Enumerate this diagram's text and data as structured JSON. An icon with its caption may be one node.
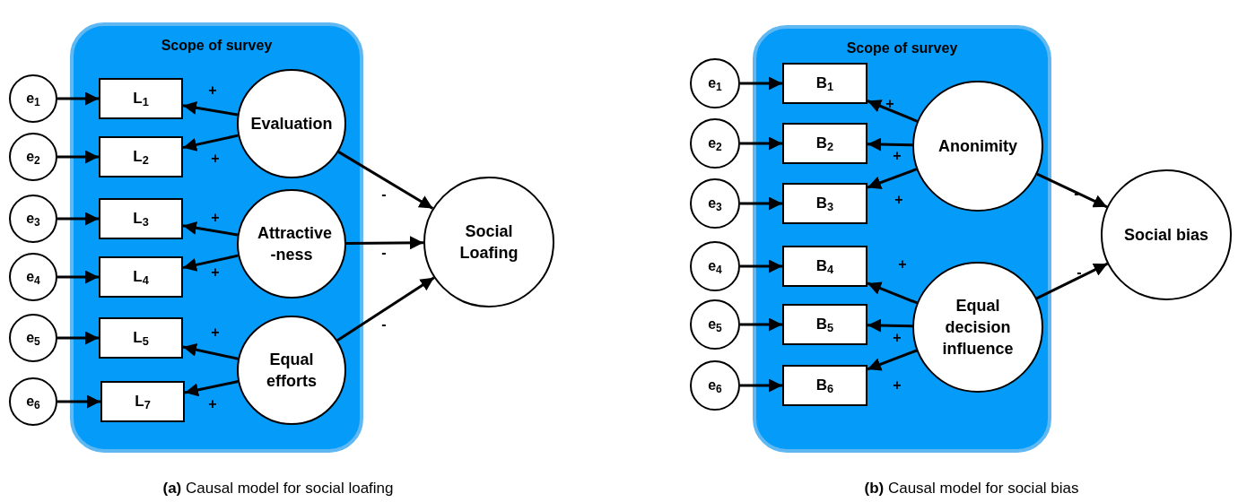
{
  "diagram": {
    "nodes": [
      {
        "text": [
          "Scope of survey"
        ]
      },
      {
        "text": [
          "e$_{1}$"
        ]
      },
      {
        "text": [
          "e$_{2}$"
        ]
      },
      {
        "text": [
          "e$_{3}$"
        ]
      },
      {
        "text": [
          "e$_{4}$"
        ]
      },
      {
        "text": [
          "e$_{5}$"
        ]
      },
      {
        "text": [
          "e$_{6}$"
        ]
      },
      {
        "text": [
          "L$_{1}$"
        ],
        "in": 0
      },
      {
        "text": [
          "L$_{2}$"
        ],
        "in": 0
      },
      {
        "text": [
          "L$_{3}$"
        ],
        "in": 0
      },
      {
        "text": [
          "L$_{4}$"
        ],
        "in": 0
      },
      {
        "text": [
          "L$_{5}$"
        ],
        "in": 0
      },
      {
        "text": [
          "L$_{7}$"
        ],
        "in": 0
      },
      {
        "text": [
          "Evaluation"
        ],
        "in": 0
      },
      {
        "text": [
          "Attractive -ness"
        ],
        "in": 0
      },
      {
        "text": [
          "Equal efforts"
        ],
        "in": 0
      },
      {
        "text": [
          "Social Loafing"
        ]
      },
      {
        "text": [
          "Scope of survey"
        ]
      },
      {
        "text": [
          "e$_{1}$"
        ]
      },
      {
        "text": [
          "e$_{2}$"
        ]
      },
      {
        "text": [
          "e$_{3}$"
        ]
      },
      {
        "text": [
          "e$_{4}$"
        ]
      },
      {
        "text": [
          "e$_{5}$"
        ]
      },
      {
        "text": [
          "e$_{6}$"
        ]
      },
      {
        "text": [
          "B$_{1}$"
        ],
        "in": 17
      },
      {
        "text": [
          "B$_{2}$"
        ],
        "in": 17
      },
      {
        "text": [
          "B$_{3}$"
        ],
        "in": 17
      },
      {
        "text": [
          "B$_{4}$"
        ],
        "in": 17
      },
      {
        "text": [
          "B$_{5}$"
        ],
        "in": 17
      },
      {
        "text": [
          "B$_{6}$"
        ],
        "in": 17
      },
      {
        "text": [
          "Anonimity"
        ],
        "in": 17
      },
      {
        "text": [
          "Equal decision influence"
        ],
        "in": 17
      },
      {
        "text": [
          "Social bias"
        ]
      }
    ],
    "edges": [
      {
        "from": 1,
        "to": 7,
        "arrow": "to"
      },
      {
        "from": 2,
        "to": 8,
        "arrow": "to"
      },
      {
        "from": 3,
        "to": 9,
        "arrow": "to"
      },
      {
        "from": 4,
        "to": 10,
        "arrow": "to"
      },
      {
        "from": 5,
        "to": 11,
        "arrow": "to"
      },
      {
        "from": 6,
        "to": 12,
        "arrow": "to"
      },
      {
        "from": 13,
        "to": 7,
        "arrow": "to",
        "label": "+"
      },
      {
        "from": 13,
        "to": 8,
        "arrow": "to",
        "label": "+"
      },
      {
        "from": 14,
        "to": 9,
        "arrow": "to",
        "label": "+"
      },
      {
        "from": 14,
        "to": 10,
        "arrow": "to",
        "label": "+"
      },
      {
        "from": 15,
        "to": 11,
        "arrow": "to",
        "label": "+"
      },
      {
        "from": 15,
        "to": 12,
        "arrow": "to",
        "label": "+"
      },
      {
        "from": 13,
        "to": 16,
        "arrow": "to",
        "label": "-"
      },
      {
        "from": 14,
        "to": 16,
        "arrow": "to",
        "label": "-"
      },
      {
        "from": 15,
        "to": 16,
        "arrow": "to",
        "label": "-"
      },
      {
        "from": 18,
        "to": 24,
        "arrow": "to"
      },
      {
        "from": 19,
        "to": 25,
        "arrow": "to"
      },
      {
        "from": 20,
        "to": 26,
        "arrow": "to"
      },
      {
        "from": 21,
        "to": 27,
        "arrow": "to"
      },
      {
        "from": 22,
        "to": 28,
        "arrow": "to"
      },
      {
        "from": 23,
        "to": 29,
        "arrow": "to"
      },
      {
        "from": 30,
        "to": 24,
        "arrow": "to",
        "label": "+"
      },
      {
        "from": 30,
        "to": 25,
        "arrow": "to",
        "label": "+"
      },
      {
        "from": 30,
        "to": 26,
        "arrow": "to",
        "label": "+"
      },
      {
        "from": 31,
        "to": 27,
        "arrow": "to",
        "label": "+"
      },
      {
        "from": 31,
        "to": 28,
        "arrow": "to",
        "label": "+"
      },
      {
        "from": 31,
        "to": 29,
        "arrow": "to",
        "label": "+"
      },
      {
        "from": 30,
        "to": 32,
        "arrow": "to",
        "label": "-"
      },
      {
        "from": 31,
        "to": 32,
        "arrow": "to",
        "label": "-"
      }
    ],
    "labels": [
      "**(a)** Causal model for social loafing",
      "**(b)** Causal model for social bias"
    ]
  }
}
